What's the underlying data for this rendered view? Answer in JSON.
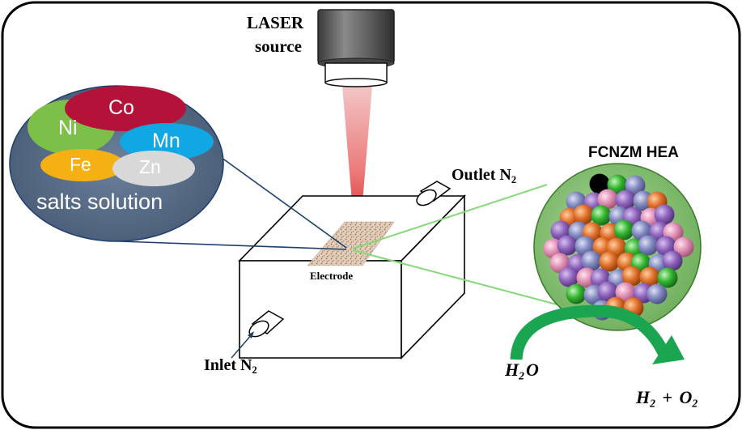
{
  "labels": {
    "laser_line1": "LASER",
    "laser_line2": "source",
    "outlet": "Outlet N",
    "outlet_sub": "2",
    "inlet": "Inlet N",
    "inlet_sub": "2",
    "electrode": "Electrode",
    "hea_title": "FCNZM HEA"
  },
  "salts": {
    "co": "Co",
    "ni": "Ni",
    "mn": "Mn",
    "fe": "Fe",
    "zn": "Zn",
    "solution": "salts solution"
  },
  "equations": {
    "reactant_h": "H",
    "reactant_sub": "2",
    "reactant_o": "O",
    "product_h": "H",
    "product_h_sub": "2",
    "plus": "+",
    "product_o": "O",
    "product_o_sub": "2"
  },
  "colors": {
    "co": "#b5123a",
    "ni": "#7cc04a",
    "mn": "#11a7e4",
    "fe": "#f5b014",
    "zn": "#d8d8d8",
    "solution_bubble": "#556a85",
    "hea_sphere": "#8cc977",
    "arrow": "#1aa550",
    "laser": "#e12c2c"
  }
}
